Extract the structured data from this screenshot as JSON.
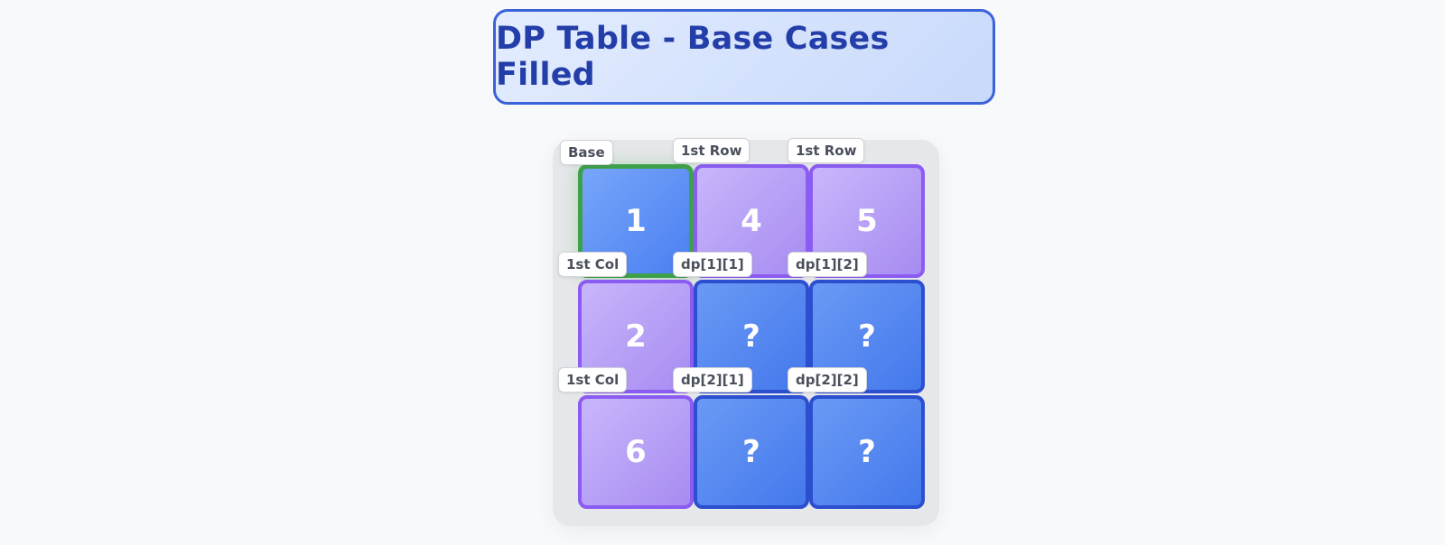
{
  "title": "DP Table - Base Cases Filled",
  "colors": {
    "title_border": "#3b63d9",
    "title_text": "#233ea8",
    "base_border": "#3fa04a",
    "edge_border": "#8b5cf2",
    "unknown_border": "#2c4fd0",
    "panel_background": "#e6e7ea"
  },
  "grid": [
    [
      {
        "value": "1",
        "label": "Base",
        "kind": "base"
      },
      {
        "value": "4",
        "label": "1st Row",
        "kind": "edge"
      },
      {
        "value": "5",
        "label": "1st Row",
        "kind": "edge"
      }
    ],
    [
      {
        "value": "2",
        "label": "1st Col",
        "kind": "edge"
      },
      {
        "value": "?",
        "label": "dp[1][1]",
        "kind": "unknown"
      },
      {
        "value": "?",
        "label": "dp[1][2]",
        "kind": "unknown"
      }
    ],
    [
      {
        "value": "6",
        "label": "1st Col",
        "kind": "edge"
      },
      {
        "value": "?",
        "label": "dp[2][1]",
        "kind": "unknown"
      },
      {
        "value": "?",
        "label": "dp[2][2]",
        "kind": "unknown"
      }
    ]
  ]
}
